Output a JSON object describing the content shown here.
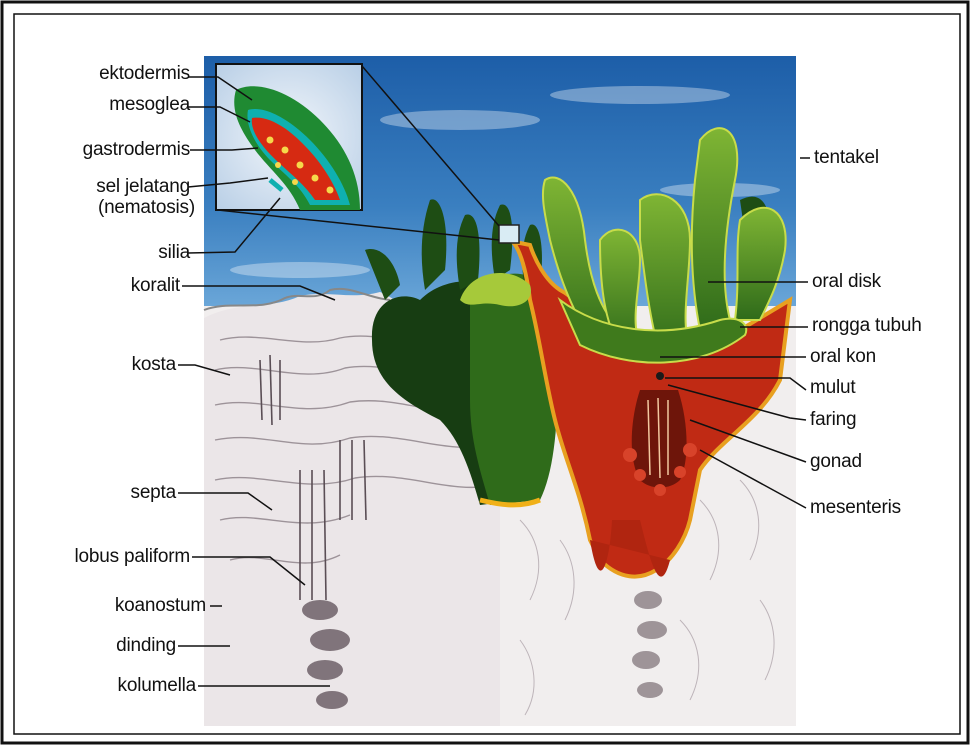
{
  "labels": {
    "ektodermis": "ektodermis",
    "mesoglea": "mesoglea",
    "gastrodermis": "gastrodermis",
    "sel_jelatang": "sel jelatang",
    "nematosis": "(nematosis)",
    "silia": "silia",
    "koralit": "koralit",
    "kosta": "kosta",
    "septa": "septa",
    "lobus_paliform": "lobus paliform",
    "koanostum": "koanostum",
    "dinding": "dinding",
    "kolumella": "kolumella",
    "tentakel": "tentakel",
    "oral_disk": "oral disk",
    "rongga_tubuh": "rongga tubuh",
    "oral_kon": "oral kon",
    "mulut": "mulut",
    "faring": "faring",
    "gonad": "gonad",
    "mesenteris": "mesenteris"
  },
  "colors": {
    "frame": "#111111",
    "sky": "#2f6fb0",
    "tentacle_green": "#4f8f1f",
    "tentacle_light": "#b8d23a",
    "body_red": "#c0301a",
    "skeleton": "#e8e4e4"
  }
}
